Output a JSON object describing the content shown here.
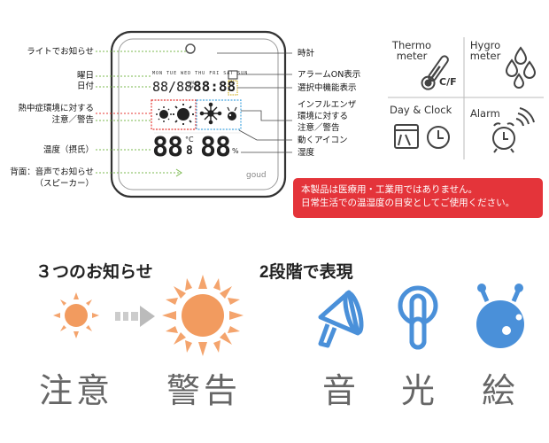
{
  "device": {
    "left_labels": [
      {
        "key": "light",
        "text": "ライトでお知らせ"
      },
      {
        "key": "weekday",
        "text": "曜日"
      },
      {
        "key": "date",
        "text": "日付"
      },
      {
        "key": "heatstroke_1",
        "text": "熱中症環境に対する"
      },
      {
        "key": "heatstroke_2",
        "text": "注意／警告"
      },
      {
        "key": "temperature",
        "text": "温度（摂氏）"
      },
      {
        "key": "back_1",
        "text": "背面：音声でお知らせ"
      },
      {
        "key": "back_2",
        "text": "（スピーカー）"
      }
    ],
    "right_labels": [
      {
        "key": "clock",
        "text": "時計"
      },
      {
        "key": "alarm_on",
        "text": "アラームON表示"
      },
      {
        "key": "select",
        "text": "選択中機能表示"
      },
      {
        "key": "flu_1",
        "text": "インフルエンザ"
      },
      {
        "key": "flu_2",
        "text": "環境に対する"
      },
      {
        "key": "flu_3",
        "text": "注意／警告"
      },
      {
        "key": "moving",
        "text": "動くアイコン"
      },
      {
        "key": "humidity",
        "text": "湿度"
      }
    ],
    "lcd": {
      "weekdays": [
        "MON",
        "TUE",
        "WED",
        "THU",
        "FRI",
        "SAT",
        "SUN"
      ],
      "date": "88/88",
      "am_pm": [
        "AM",
        "PM"
      ],
      "time": "88:88",
      "temp": "88",
      "temp_decimal": "8",
      "temp_unit": "°C",
      "humidity": "88",
      "humidity_unit": "%"
    },
    "brand": "goud"
  },
  "features": [
    {
      "key": "thermometer",
      "title_1": "Thermo",
      "title_2": "meter",
      "unit": "C/F"
    },
    {
      "key": "hygrometer",
      "title_1": "Hygro",
      "title_2": "meter"
    },
    {
      "key": "clock",
      "title_1": "Day & Clock"
    },
    {
      "key": "alarm",
      "title_1": "Alarm"
    }
  ],
  "notice": {
    "line1": "本製品は医療用・工業用ではありません。",
    "line2": "日常生活での温湿度の目安としてご使用ください。"
  },
  "section_left": {
    "heading": "３つのお知らせ",
    "word1": "注意",
    "word2": "警告"
  },
  "section_right": {
    "heading": "2段階で表現",
    "word1": "音",
    "word2": "光",
    "word3": "絵"
  },
  "colors": {
    "sun_fill": "#f29b5f",
    "sun_ray": "#f4a46d",
    "notice_red": "#e4343a",
    "icon_blue": "#4a90d9",
    "red_frame": "#e53935",
    "blue_frame": "#4aa8e0"
  }
}
